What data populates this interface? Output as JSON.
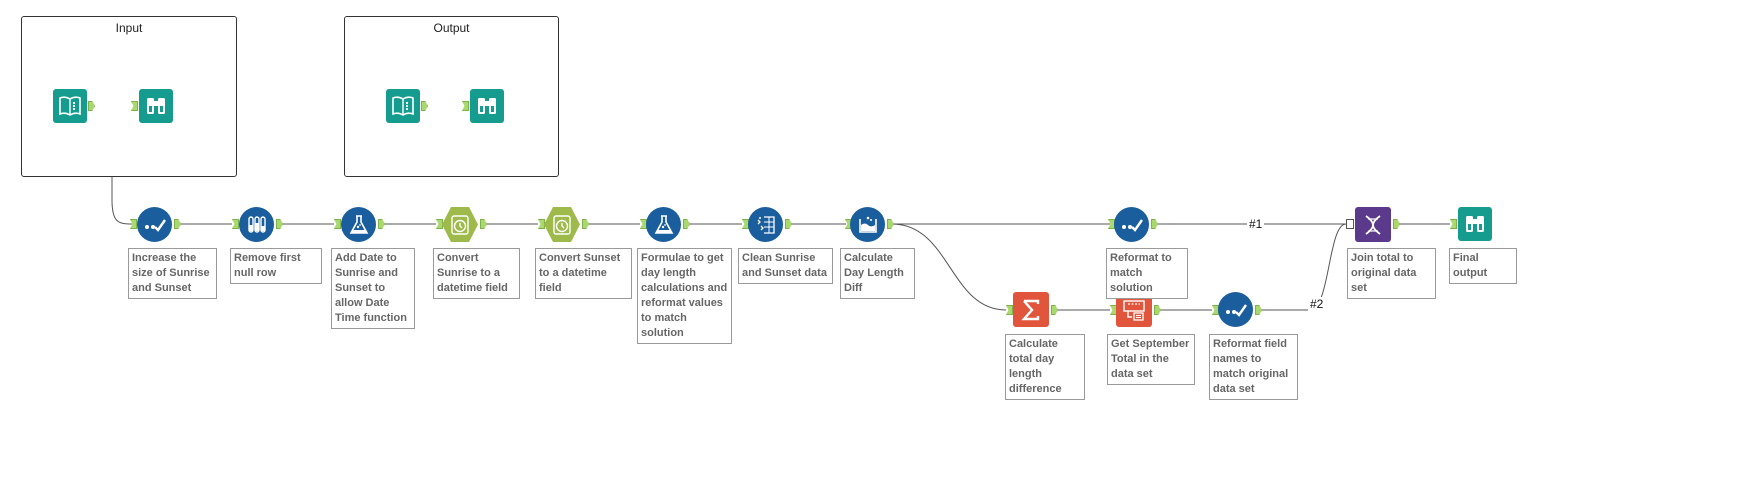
{
  "containers": {
    "input": {
      "title": "Input"
    },
    "output": {
      "title": "Output"
    }
  },
  "annotations": {
    "increase_size": "Increase the size of Sunrise and Sunset",
    "remove_null": "Remove first null row",
    "add_date": "Add Date to Sunrise and Sunset to allow Date Time function",
    "convert_sunrise": "Convert Sunrise to a datetime field",
    "convert_sunset": "Convert Sunset to a datetime field",
    "formulae": "Formulae to get day length calculations and reformat values to match solution",
    "clean": "Clean Sunrise and Sunset data",
    "calc_diff": "Calculate Day Length Diff",
    "reformat_solution": "Reformat to match solution",
    "join_total": "Join total to original data set",
    "final_output": "Final output",
    "calc_total": "Calculate total day length difference",
    "get_september": "Get September Total in the data set",
    "reformat_names": "Reformat field names to match original data set"
  },
  "connections": {
    "join_left_label": "#1",
    "join_right_label": "#2"
  },
  "colors": {
    "teal": "#169c8f",
    "blue": "#1a5e9e",
    "olive": "#9dba4a",
    "orange": "#e0553b",
    "purple": "#5b3a8c",
    "connector": "#555555",
    "anchor": "#a9d86e"
  }
}
